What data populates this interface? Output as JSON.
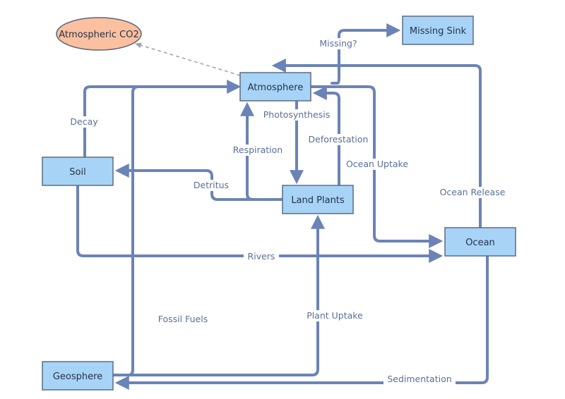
{
  "nodes": {
    "atmospheric_co2": "Atmospheric CO2",
    "missing_sink": "Missing Sink",
    "atmosphere": "Atmosphere",
    "soil": "Soil",
    "land_plants": "Land Plants",
    "ocean": "Ocean",
    "geosphere": "Geosphere"
  },
  "edges": {
    "missing": "Missing?",
    "decay": "Decay",
    "photosynthesis": "Photosynthesis",
    "respiration": "Respiration",
    "deforestation": "Deforestation",
    "ocean_uptake": "Ocean Uptake",
    "ocean_release": "Ocean Release",
    "detritus": "Detritus",
    "rivers": "Rivers",
    "fossil_fuels": "Fossil Fuels",
    "plant_uptake": "Plant Uptake",
    "sedimentation": "Sedimentation"
  }
}
